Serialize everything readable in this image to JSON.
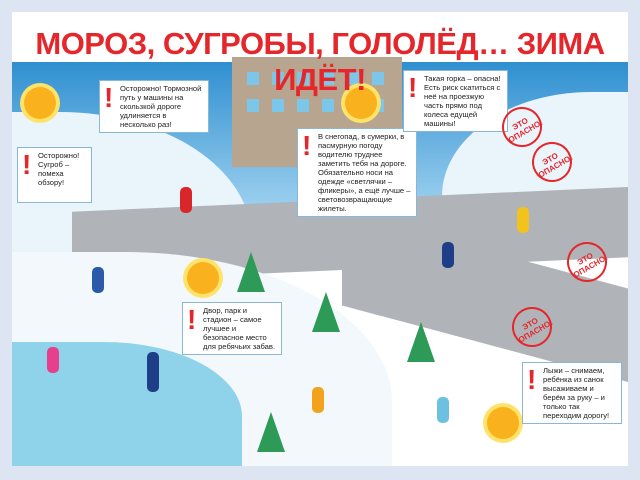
{
  "title": "МОРОЗ, СУГРОБЫ, ГОЛОЛЁД… ЗИМА ИДЁТ!",
  "bubbles": {
    "braking": "Осторожно! Тормозной путь у машины на скользкой дороге удлиняется в несколько раз!",
    "snowdrift": "Осторожно! Сугроб – помеха обзору!",
    "visibility": "В снегопад, в сумерки, в пасмурную погоду водителю труднее заметить тебя на дороге. Обязательно носи на одежде «светлячки – фликеры», а ещё лучше – световозвращающие жилеты.",
    "slope": "Такая горка – опасна! Есть риск скатиться с неё на проезжую часть прямо под колеса едущей машины!",
    "playground": "Двор, парк и стадион – самое лучшее и безопасное место для ребячьих забав.",
    "crossing": "Лыжи – снимаем, ребёнка из санок высаживаем и берём за руку – и только так переходим дорогу!"
  },
  "stamp_text": "ЭТО ОПАСНО!",
  "colors": {
    "accent": "#e5262b",
    "frame": "#dde5f3"
  }
}
